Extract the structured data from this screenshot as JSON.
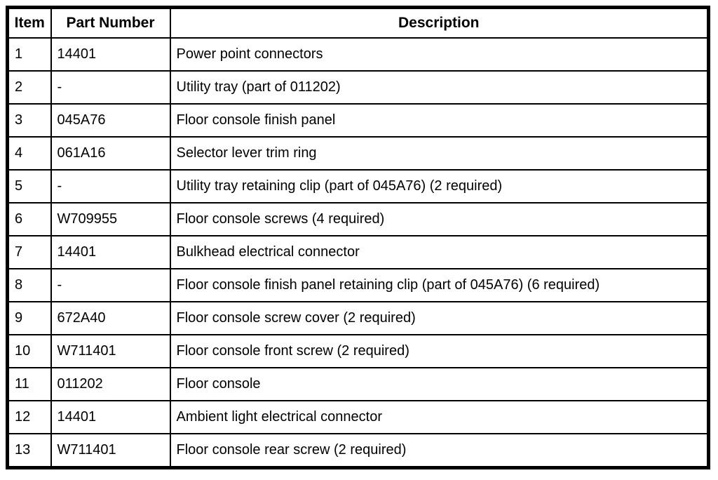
{
  "table": {
    "columns": [
      {
        "label": "Item"
      },
      {
        "label": "Part Number"
      },
      {
        "label": "Description"
      }
    ],
    "rows": [
      {
        "item": "1",
        "part_number": "14401",
        "description": "Power point connectors"
      },
      {
        "item": "2",
        "part_number": "-",
        "description": "Utility tray (part of 011202)"
      },
      {
        "item": "3",
        "part_number": "045A76",
        "description": "Floor console finish panel"
      },
      {
        "item": "4",
        "part_number": "061A16",
        "description": "Selector lever trim ring"
      },
      {
        "item": "5",
        "part_number": "-",
        "description": "Utility tray retaining clip (part of 045A76) (2 required)"
      },
      {
        "item": "6",
        "part_number": "W709955",
        "description": "Floor console screws (4 required)"
      },
      {
        "item": "7",
        "part_number": "14401",
        "description": "Bulkhead electrical connector"
      },
      {
        "item": "8",
        "part_number": "-",
        "description": "Floor console finish panel retaining clip (part of 045A76) (6 required)"
      },
      {
        "item": "9",
        "part_number": "672A40",
        "description": "Floor console screw cover (2 required)"
      },
      {
        "item": "10",
        "part_number": "W711401",
        "description": "Floor console front screw (2 required)"
      },
      {
        "item": "11",
        "part_number": "011202",
        "description": "Floor console"
      },
      {
        "item": "12",
        "part_number": "14401",
        "description": "Ambient light electrical connector"
      },
      {
        "item": "13",
        "part_number": "W711401",
        "description": "Floor console rear screw (2 required)"
      }
    ],
    "border_color": "#000000",
    "background_color": "#ffffff"
  }
}
